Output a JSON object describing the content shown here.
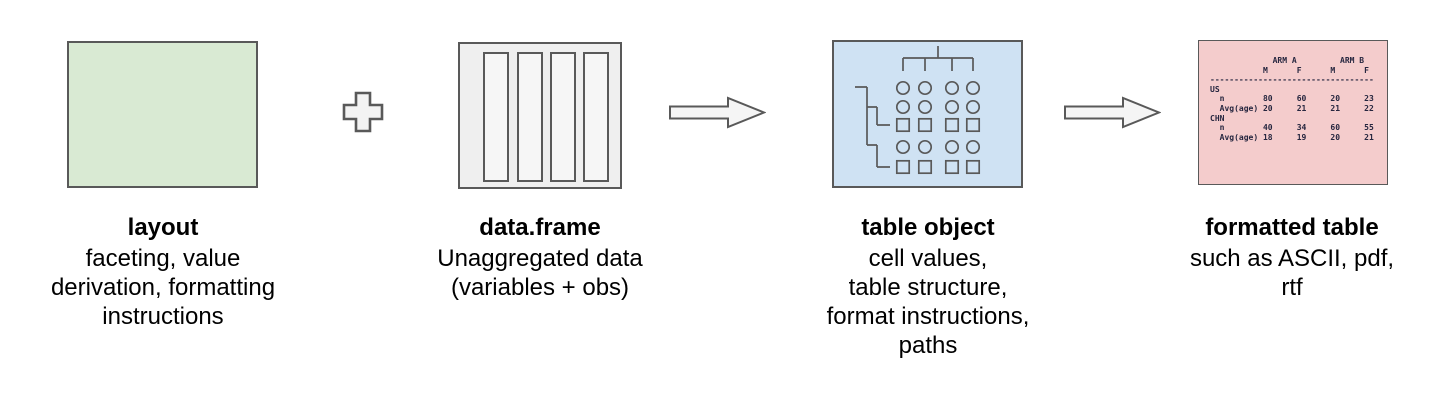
{
  "colors": {
    "layout_box_fill": "#d9ead3",
    "dataframe_box_fill": "#efefef",
    "table_object_box_fill": "#cfe2f3",
    "formatted_table_box_fill": "#f4cccc",
    "box_border": "#595959",
    "operator_fill": "#f3f3f3",
    "ascii_text_color": "#26263f"
  },
  "icons": {
    "plus": "plus-icon",
    "arrow": "arrow-right-icon"
  },
  "stages": [
    {
      "title": "layout",
      "description_lines": [
        "faceting, value",
        "derivation, formatting",
        "instructions"
      ]
    },
    {
      "title": "data.frame",
      "description_lines": [
        "Unaggregated data",
        "(variables + obs)"
      ]
    },
    {
      "title": "table object",
      "description_lines": [
        "cell values,",
        "table structure,",
        "format instructions,",
        "paths"
      ]
    },
    {
      "title": "formatted table",
      "description_lines": [
        "such as ASCII, pdf,",
        "rtf"
      ]
    }
  ],
  "formatted_table": {
    "ascii_text": "             ARM A         ARM B\n           M      F      M      F\n----------------------------------\nUS\n  n        80     60     20     23\n  Avg(age) 20     21     21     22\nCHN\n  n        40     34     60     55\n  Avg(age) 18     19     20     21",
    "table_data": {
      "type": "table",
      "column_groups": [
        "ARM A",
        "ARM B"
      ],
      "columns": [
        "M",
        "F",
        "M",
        "F"
      ],
      "rows": [
        {
          "label": "US",
          "values": []
        },
        {
          "label": "n",
          "values": [
            80,
            60,
            20,
            23
          ]
        },
        {
          "label": "Avg(age)",
          "values": [
            20,
            21,
            21,
            22
          ]
        },
        {
          "label": "CHN",
          "values": []
        },
        {
          "label": "n",
          "values": [
            40,
            34,
            60,
            55
          ]
        },
        {
          "label": "Avg(age)",
          "values": [
            18,
            19,
            20,
            21
          ]
        }
      ]
    }
  }
}
